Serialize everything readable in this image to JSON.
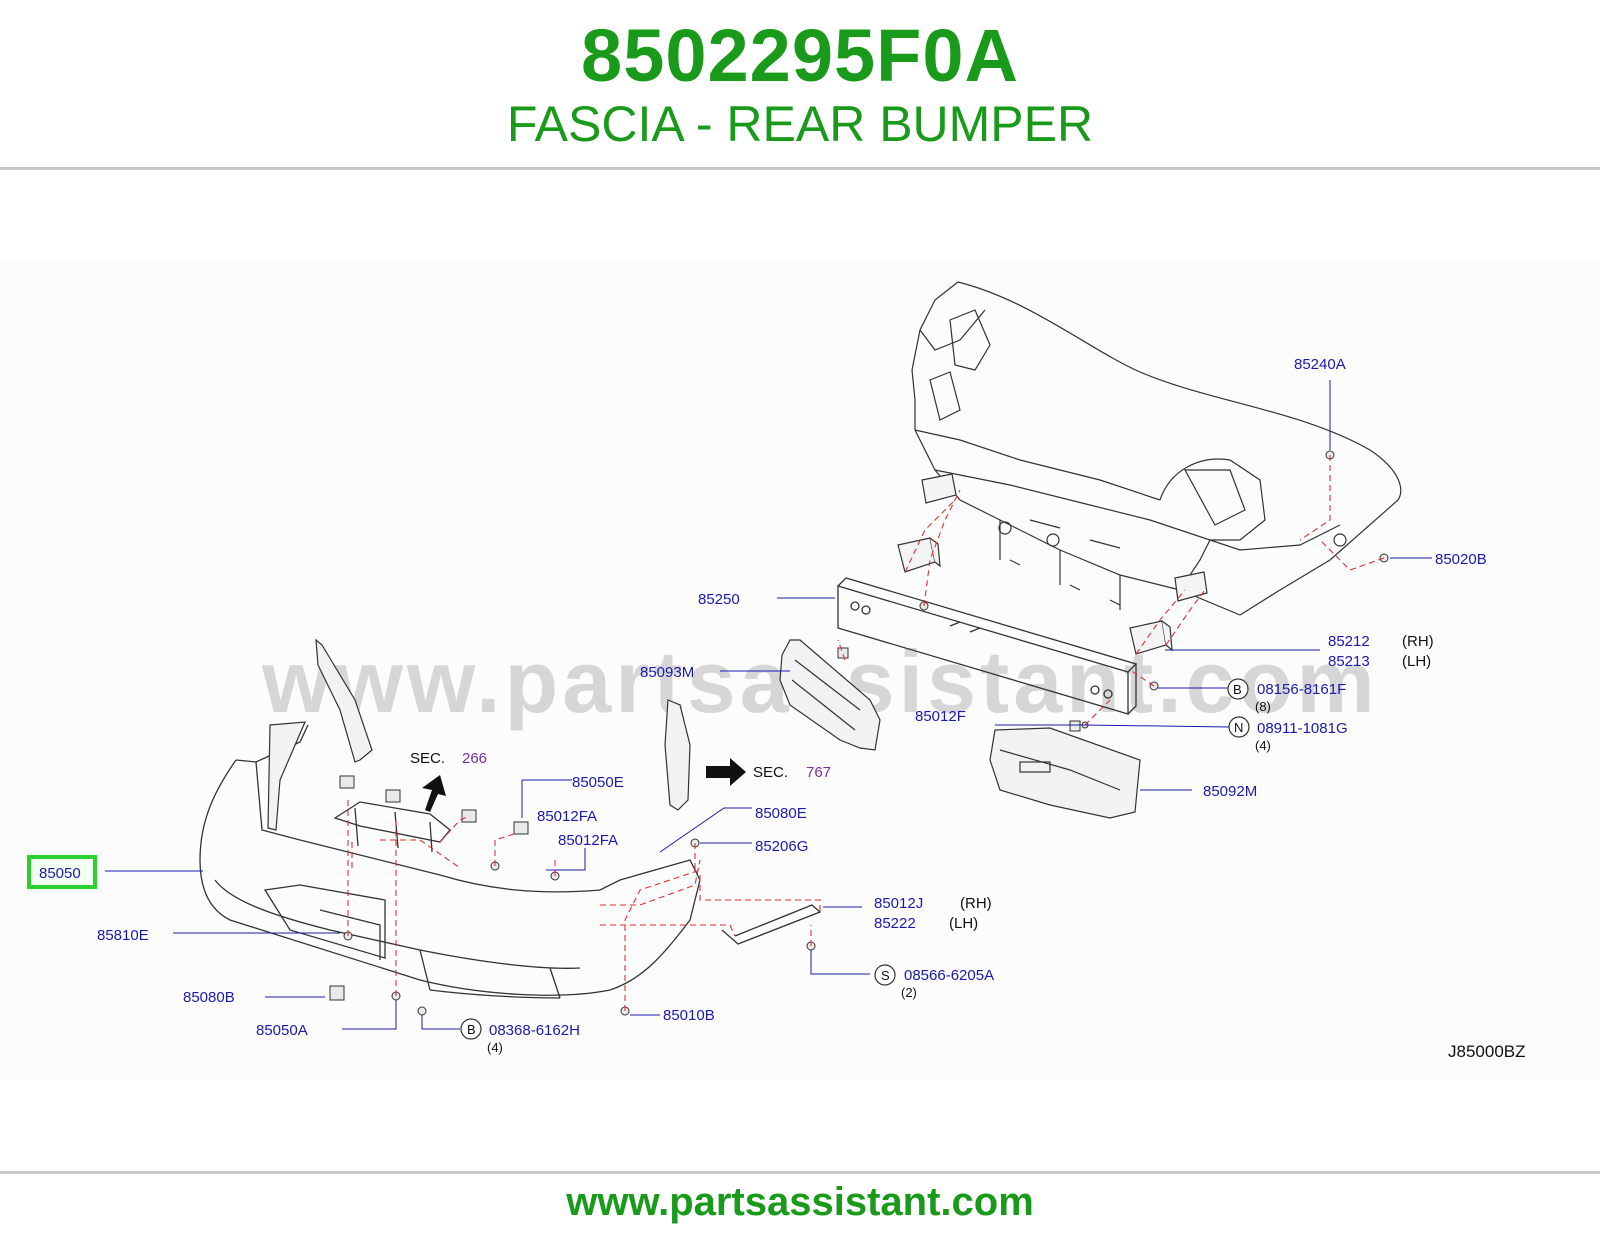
{
  "header": {
    "part_number": "8502295F0A",
    "title": "FASCIA - REAR BUMPER"
  },
  "diagram": {
    "watermark": "www.partsassistant.com",
    "code": "J85000BZ",
    "highlighted_part": "85050",
    "sections": [
      {
        "prefix": "SEC.",
        "number": "266"
      },
      {
        "prefix": "SEC.",
        "number": "767"
      }
    ],
    "labels": {
      "p85240A": "85240A",
      "p85020B": "85020B",
      "p85250": "85250",
      "p85212": "85212",
      "p85212_side": "(RH)",
      "p85213": "85213",
      "p85213_side": "(LH)",
      "p85093M": "85093M",
      "b_code": "B",
      "p08156": "08156-8161F",
      "p08156_qty": "(8)",
      "p85012F": "85012F",
      "n_code": "N",
      "p08911": "08911-1081G",
      "p08911_qty": "(4)",
      "p85092M": "85092M",
      "p85050E": "85050E",
      "p85012FA_1": "85012FA",
      "p85012FA_2": "85012FA",
      "p85080E": "85080E",
      "p85206G": "85206G",
      "p85050": "85050",
      "p85012J": "85012J",
      "p85012J_side": "(RH)",
      "p85222": "85222",
      "p85222_side": "(LH)",
      "p85810E": "85810E",
      "s_code": "S",
      "p08566": "08566-6205A",
      "p08566_qty": "(2)",
      "p85080B": "85080B",
      "p85010B": "85010B",
      "p85050A": "85050A",
      "b_code_2": "B",
      "p08368": "08368-6162H",
      "p08368_qty": "(4)"
    }
  },
  "footer": {
    "url": "www.partsassistant.com"
  },
  "colors": {
    "brand_green": "#1a9a1a",
    "label_blue": "#1a1ab0",
    "section_purple": "#7a2ea0",
    "highlight_green": "#2bd12b",
    "leader_red": "#e03030"
  }
}
